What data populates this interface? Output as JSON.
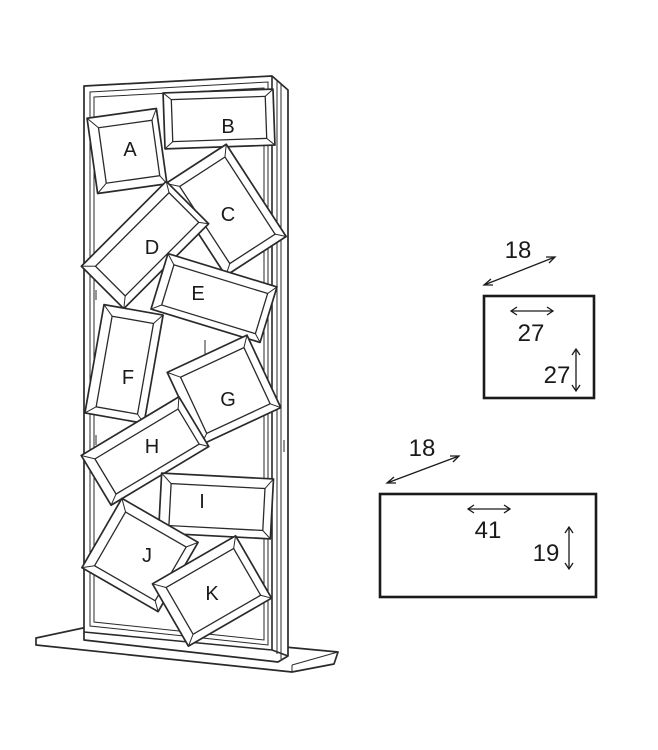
{
  "shelves": [
    {
      "label": "A"
    },
    {
      "label": "B"
    },
    {
      "label": "C"
    },
    {
      "label": "D"
    },
    {
      "label": "E"
    },
    {
      "label": "F"
    },
    {
      "label": "G"
    },
    {
      "label": "H"
    },
    {
      "label": "I"
    },
    {
      "label": "J"
    },
    {
      "label": "K"
    }
  ],
  "box_small": {
    "depth": "18",
    "width": "27",
    "height": "27"
  },
  "box_large": {
    "depth": "18",
    "width": "41",
    "height": "19"
  }
}
